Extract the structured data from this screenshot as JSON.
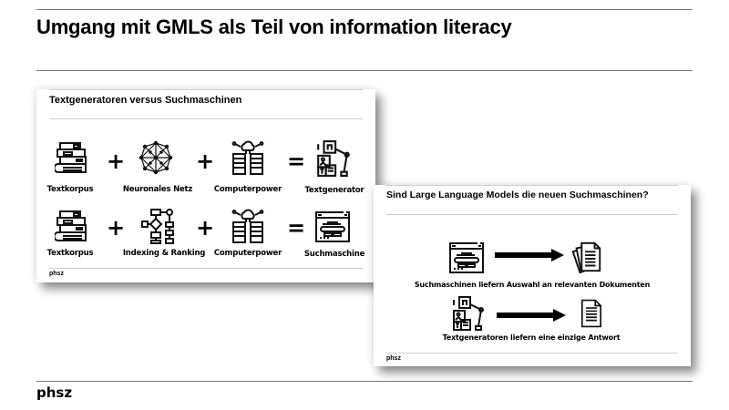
{
  "page": {
    "title": "Umgang mit GMLS als Teil von information literacy",
    "footer_logo": "phsz"
  },
  "slide1": {
    "title": "Textgeneratoren versus Suchmaschinen",
    "footer": "phsz",
    "row1": {
      "items": [
        {
          "label": "Textkorpus",
          "icon": "books-icon"
        },
        {
          "label": "Neuronales Netz",
          "icon": "neural-network-icon"
        },
        {
          "label": "Computerpower",
          "icon": "server-cloud-icon"
        },
        {
          "label": "Textgenerator",
          "icon": "robot-arm-icon"
        }
      ],
      "operators": [
        "+",
        "+",
        "="
      ]
    },
    "row2": {
      "items": [
        {
          "label": "Textkorpus",
          "icon": "books-icon"
        },
        {
          "label": "Indexing & Ranking",
          "icon": "flowchart-icon"
        },
        {
          "label": "Computerpower",
          "icon": "server-cloud-icon"
        },
        {
          "label": "Suchmaschine",
          "icon": "search-engine-browser-icon"
        }
      ],
      "operators": [
        "+",
        "+",
        "="
      ]
    }
  },
  "slide2": {
    "title": "Sind Large Language Models die neuen Suchmaschinen?",
    "footer": "phsz",
    "row1": {
      "from_icon": "search-engine-browser-icon",
      "to_icon": "multiple-documents-icon",
      "caption": "Suchmaschinen liefern Auswahl an relevanten Dokumenten"
    },
    "row2": {
      "from_icon": "robot-arm-icon",
      "to_icon": "single-document-icon",
      "caption": "Textgeneratoren liefern eine einzige Antwort"
    }
  }
}
